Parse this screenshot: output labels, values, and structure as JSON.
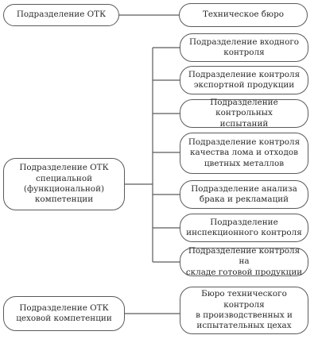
{
  "diagram": {
    "left": {
      "otk_division": "Подразделение ОТК",
      "special_competence": [
        "Подразделение ОТК",
        "специальной",
        "(функциональной)",
        "компетенции"
      ],
      "shop_competence": [
        "Подразделение ОТК",
        "цеховой компетенции"
      ]
    },
    "right": {
      "tech_bureau": "Техническое бюро",
      "special_units": [
        [
          "Подразделение входного",
          "контроля"
        ],
        [
          "Подразделение контроля",
          "экспортной продукции"
        ],
        [
          "Подразделение контрольных",
          "испытаний"
        ],
        [
          "Подразделение контроля",
          "качества лома и отходов",
          "цветных металлов"
        ],
        [
          "Подразделение анализа",
          "брака и рекламаций"
        ],
        [
          "Подразделение",
          "инспекционного контроля"
        ],
        [
          "Подразделение контроля на",
          "складе готовой продукции"
        ]
      ],
      "shop_unit": [
        "Бюро технического контроля",
        "в производственных и",
        "испытательных цехах"
      ]
    }
  }
}
